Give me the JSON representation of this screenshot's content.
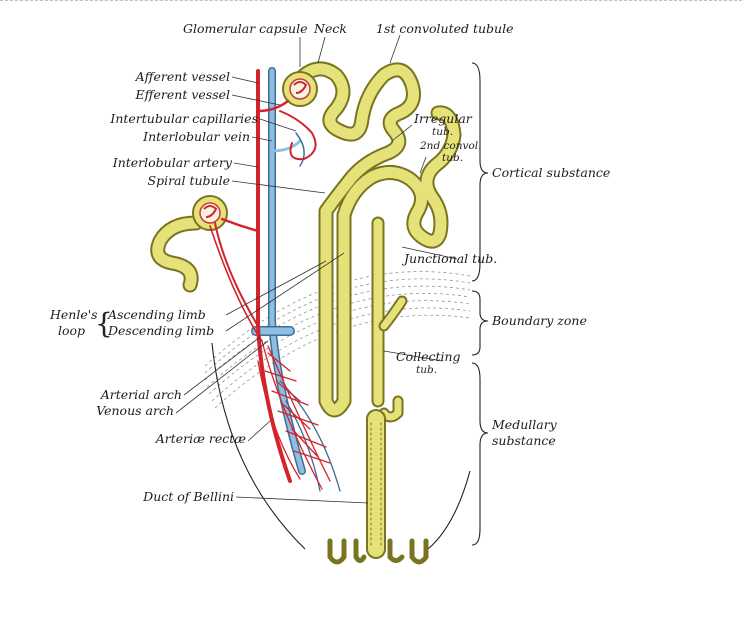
{
  "labels": {
    "glomerular_capsule": "Glomerular capsule",
    "neck": "Neck",
    "first_convoluted_tubule": "1st convoluted tubule",
    "afferent_vessel": "Afferent vessel",
    "efferent_vessel": "Efferent vessel",
    "intertubular_capillaries": "Intertubular capillaries",
    "interlobular_vein": "Interlobular vein",
    "interlobular_artery": "Interlobular artery",
    "spiral_tubule": "Spiral tubule",
    "irregular_tub_line1": "Irregular",
    "irregular_tub_line2": "tub.",
    "second_convol_tub_line1": "2nd convol.",
    "second_convol_tub_line2": "tub.",
    "junctional_tub": "Junctional tub.",
    "henles_loop_line1": "Henle's",
    "henles_loop_line2": "loop",
    "ascending_limb": "Ascending limb",
    "descending_limb": "Descending limb",
    "collecting_tub_line1": "Collecting",
    "collecting_tub_line2": "tub.",
    "arterial_arch": "Arterial arch",
    "venous_arch": "Venous arch",
    "arteriae_rectae": "Arteriæ rectæ",
    "duct_of_bellini": "Duct of Bellini",
    "cortical_substance": "Cortical substance",
    "boundary_zone": "Boundary zone",
    "medullary_line1": "Medullary",
    "medullary_line2": "substance"
  },
  "colors": {
    "tubule": "#e6e27a",
    "tubule_edge": "#7a7420",
    "artery": "#d3242d",
    "vein": "#8fbfe0",
    "vein_edge": "#3d6f96"
  }
}
